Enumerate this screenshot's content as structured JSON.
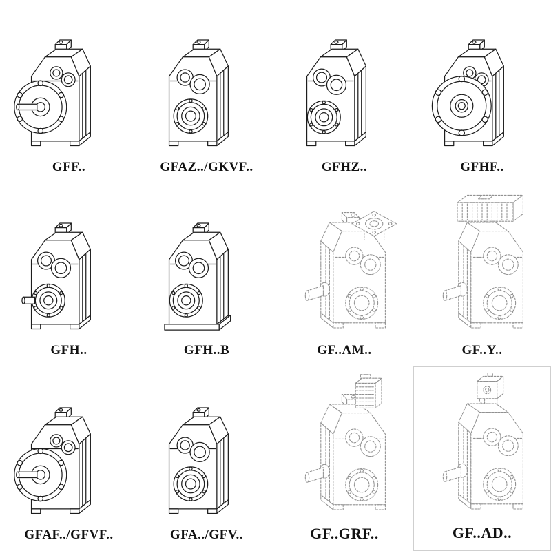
{
  "page": {
    "background": "#ffffff",
    "line_color": "#1d1d1d",
    "ghost_line_color": "#919191"
  },
  "cells": [
    {
      "label": "GFF..",
      "icon": "gearbox-output-flange-icon",
      "style": "solid"
    },
    {
      "label": "GFAZ../GKVF..",
      "icon": "gearbox-hollow-shaft-icon",
      "style": "solid"
    },
    {
      "label": "GFHZ..",
      "icon": "gearbox-hollow-shaft-shrink-disc-icon",
      "style": "solid"
    },
    {
      "label": "GFHF..",
      "icon": "gearbox-flange-mounted-icon",
      "style": "solid"
    },
    {
      "label": "GFH..",
      "icon": "gearbox-foot-mounted-icon",
      "style": "solid"
    },
    {
      "label": "GFH..B",
      "icon": "gearbox-foot-mounted-base-icon",
      "style": "solid"
    },
    {
      "label": "GF..AM..",
      "icon": "gearbox-iec-adapter-icon",
      "style": "ghost"
    },
    {
      "label": "GF..Y..",
      "icon": "gearmotor-with-motor-icon",
      "style": "ghost"
    },
    {
      "label": "GFAF../GFVF..",
      "icon": "gearbox-flange-shaft-icon",
      "style": "solid"
    },
    {
      "label": "GFA../GFV..",
      "icon": "gearbox-shaft-mounted-icon",
      "style": "solid"
    },
    {
      "label": "GF..GRF..",
      "icon": "gearbox-servo-adapter-icon",
      "style": "ghost"
    },
    {
      "label": "GF..AD..",
      "icon": "gearbox-input-shaft-adapter-icon",
      "style": "ghost"
    }
  ]
}
